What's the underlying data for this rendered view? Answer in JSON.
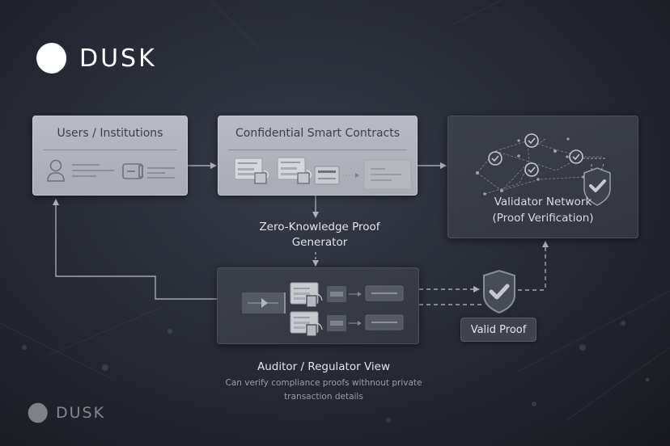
{
  "brand": {
    "name": "DUSK",
    "footer_name": "DUSK",
    "logo_icon": "crescent-moon-circle-icon",
    "colors": {
      "background": "#2a2e39",
      "card_light": "#b0b3bb",
      "card_dark": "#383c46",
      "text_primary": "#e6e7ea",
      "text_muted": "#9a9ca4",
      "connector": "#9ea1aa"
    }
  },
  "nodes": {
    "users": {
      "title": "Users / Institutions",
      "icons": [
        "user-icon",
        "wallet-icon"
      ]
    },
    "contracts": {
      "title": "Confidential Smart Contracts",
      "icons": [
        "document-icon",
        "document-icon",
        "data-block-icon",
        "output-panel-icon"
      ]
    },
    "validator": {
      "title": "Validator Network",
      "subtitle": "(Proof Verification)",
      "icons": [
        "network-graph-icon",
        "shield-check-icon"
      ]
    },
    "zkp": {
      "title_line1": "Zero-Knowledge Proof",
      "title_line2": "Generator"
    },
    "auditor": {
      "title": "Auditor / Regulator View",
      "description_line1": "Can verify compliance proofs withnout private",
      "description_line2": "transaction details",
      "icons": [
        "video-play-icon",
        "document-icon",
        "document-icon"
      ]
    },
    "valid_proof": {
      "label": "Valid Proof",
      "icon": "shield-check-icon"
    }
  },
  "edges": [
    {
      "from": "users",
      "to": "contracts",
      "style": "solid"
    },
    {
      "from": "contracts",
      "to": "validator",
      "style": "solid"
    },
    {
      "from": "contracts",
      "to": "zkp",
      "style": "solid"
    },
    {
      "from": "zkp",
      "to": "auditor",
      "style": "dashed"
    },
    {
      "from": "auditor",
      "to": "valid_proof",
      "style": "dashed"
    },
    {
      "from": "valid_proof",
      "to": "validator",
      "style": "dashed"
    },
    {
      "from": "auditor",
      "to": "users",
      "style": "solid"
    }
  ]
}
